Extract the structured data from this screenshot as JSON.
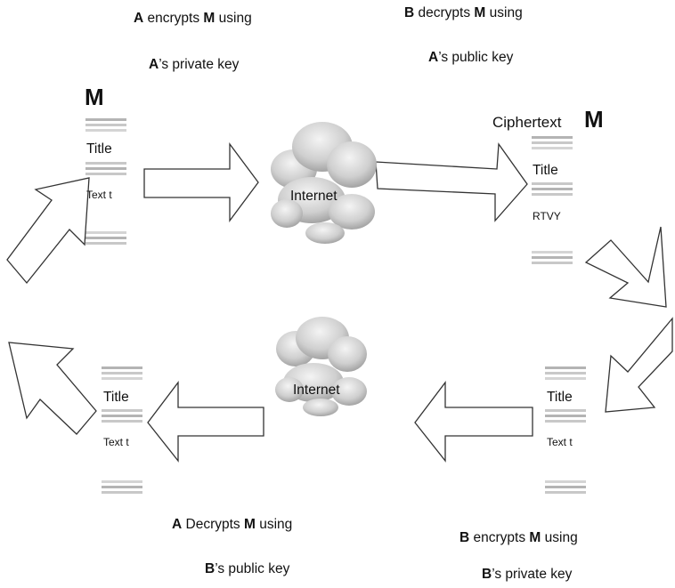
{
  "captions": {
    "top_left": {
      "p1_bold": "A",
      "p1_text": " encrypts ",
      "p1_m": "M",
      "p1_tail": " using",
      "p2_bold": "A",
      "p2_text": "’s private key"
    },
    "top_right": {
      "p1_bold": "B",
      "p1_text": " decrypts ",
      "p1_m": "M",
      "p1_tail": " using",
      "p2_bold": "A",
      "p2_text": "’s public key"
    },
    "bottom_left": {
      "p1_bold": "A",
      "p1_text": " Decrypts ",
      "p1_m": "M",
      "p1_tail": " using",
      "p2_bold": "B",
      "p2_text": "’s public key"
    },
    "bottom_right": {
      "p1_bold": "B",
      "p1_text": " encrypts ",
      "p1_m": "M",
      "p1_tail": " using",
      "p2_bold": "B",
      "p2_text": "’s private key"
    }
  },
  "documents": {
    "top_left": {
      "marker": "M",
      "title": "Title",
      "body": "Text t"
    },
    "top_right": {
      "prefix": "Ciphertext",
      "marker": "M",
      "title": "Title",
      "body": "RTVY"
    },
    "bottom_left": {
      "title": "Title",
      "body": "Text t"
    },
    "bottom_right": {
      "title": "Title",
      "body": "Text t"
    }
  },
  "clouds": {
    "top": "Internet",
    "bottom": "Internet"
  },
  "colors": {
    "stripe": "#b4b4b4",
    "stripe_light": "#d8d8d8",
    "arrow_stroke": "#333333",
    "cloud_dark": "#9a9a9a",
    "cloud_light": "#eeeeee"
  }
}
